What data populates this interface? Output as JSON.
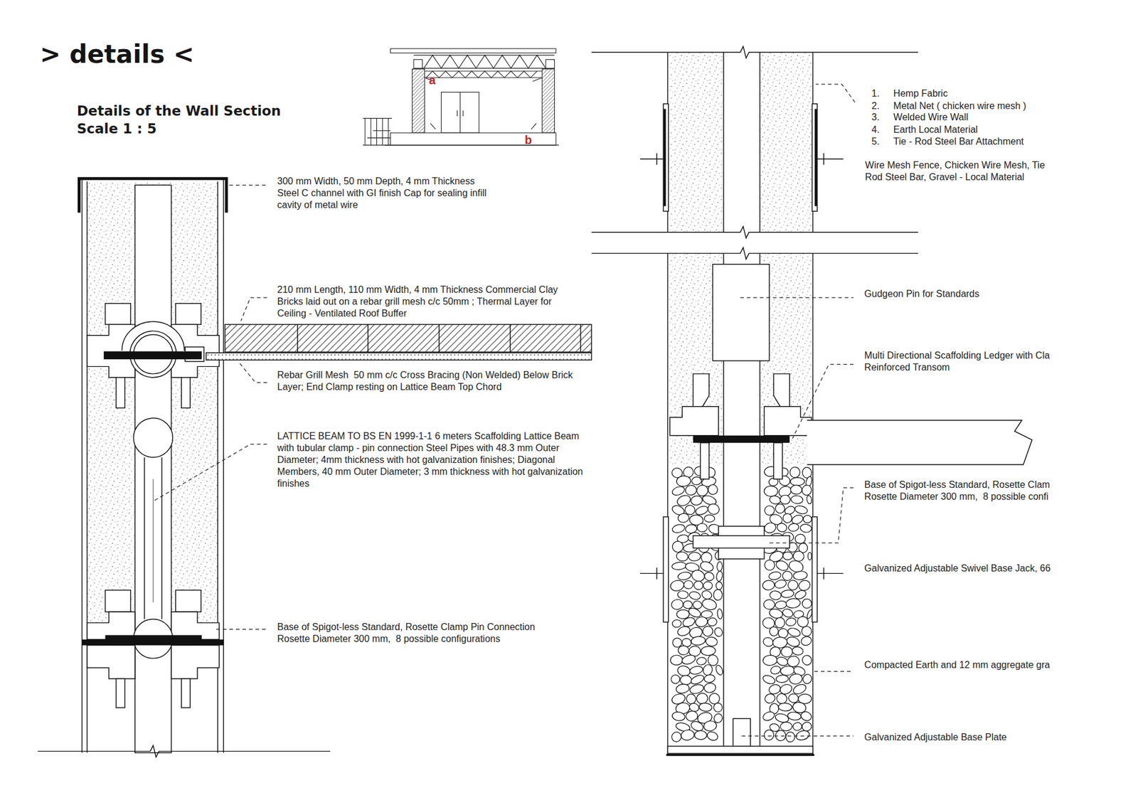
{
  "diagram": {
    "title": "> details <",
    "labels": [
      "Details of the Wall Section",
      "Scale 1 : 5",
      "a",
      "b",
      "300 mm Width, 50 mm Depth, 4 mm Thickness Steel C channel with GI finish Cap for sealing infill cavity of metal wire",
      "210 mm Length, 110 mm Width, 4 mm Thickness Commercial Clay Bricks laid out on a rebar grill mesh c/c 50mm ; Thermal Layer for Ceiling - Ventilated Roof Buffer",
      "Rebar Grill Mesh  50 mm c/c Cross Bracing (Non Welded) Below Brick Layer; End Clamp resting on Lattice Beam Top Chord",
      "LATTICE BEAM TO BS EN 1999-1-1 6 meters Scaffolding Lattice Beam with tubular clamp - pin connection Steel Pipes with 48.3 mm Outer Diameter; 4mm thickness with hot galvanization finishes; Diagonal Members, 40 mm Outer Diameter; 3 mm thickness with hot galvanization finishes",
      "Base of Spigot-less Standard, Rosette Clamp Pin Connection Rosette Diameter 300 mm,  8 possible configurations",
      "1.",
      "Hemp Fabric",
      "2.",
      "Metal Net ( chicken wire mesh )",
      "3.",
      "Welded Wire Wall",
      "4.",
      "Earth Local Material",
      "5.",
      "Tie - Rod Steel Bar Attachment",
      "Wire Mesh Fence, Chicken Wire Mesh, Tie Rod Steel Bar, Gravel - Local Material",
      "Gudgeon Pin for Standards",
      "Multi Directional Scaffolding Ledger with Cla Reinforced Transom",
      "Base of Spigot-less Standard, Rosette Clam Rosette Diameter 300 mm,  8 possible confi",
      "Galvanized Adjustable Swivel Base Jack, 66",
      "Compacted Earth and 12 mm aggregate gra",
      "Galvanized Adjustable Base Plate"
    ]
  }
}
